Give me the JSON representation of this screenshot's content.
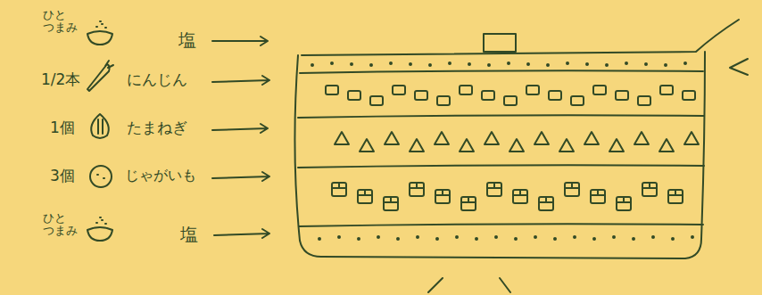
{
  "diagram": {
    "labels": [
      "ひと つまみ",
      "塩",
      "1/2本",
      "にんじん",
      "1個",
      "たまねぎ",
      "3個",
      "じゃがいも",
      "ひと つまみ",
      "塩"
    ]
  }
}
